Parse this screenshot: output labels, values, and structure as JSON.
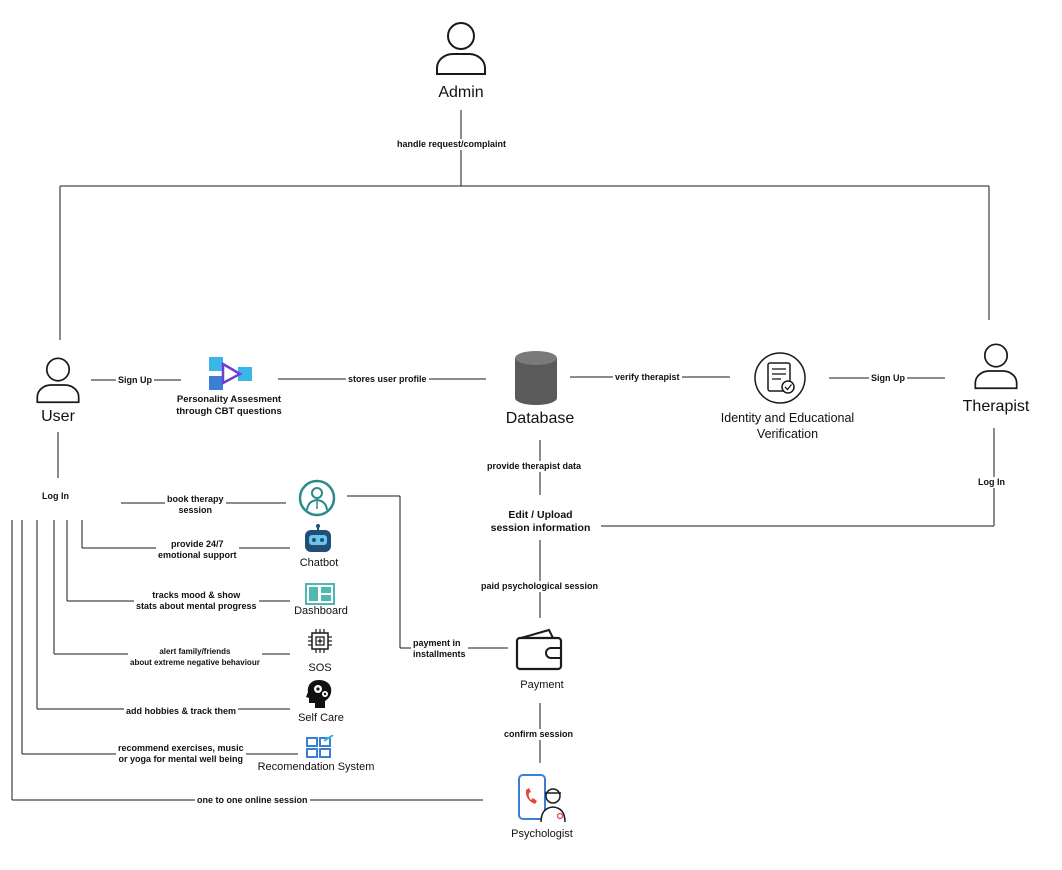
{
  "actors": {
    "admin": "Admin",
    "user": "User",
    "therapist": "Therapist"
  },
  "nodes": {
    "personality": "Personality Assesment\nthrough CBT questions",
    "database": "Database",
    "verification": "Identity and Educational\nVerification",
    "edit_upload": "Edit / Upload\nsession information",
    "payment": "Payment",
    "psychologist": "Psychologist",
    "chatbot": "Chatbot",
    "dashboard": "Dashboard",
    "sos": "SOS",
    "self_care": "Self Care",
    "recommendation": "Recomendation System"
  },
  "edges": {
    "handle_request": "handle request/complaint",
    "sign_up_user": "Sign Up",
    "stores_profile": "stores user profile",
    "verify_therapist": "verify therapist",
    "sign_up_therapist": "Sign Up",
    "log_in_user": "Log In",
    "log_in_therapist": "Log In",
    "provide_therapist_data": "provide therapist data",
    "paid_session": "paid psychological session",
    "confirm_session": "confirm session",
    "book_therapy": "book therapy\nsession",
    "emotional_support": "provide 24/7\nemotional support",
    "tracks_mood": "tracks mood & show\nstats about mental progress",
    "alert_family": "alert family/friends\nabout extreme negative behaviour",
    "add_hobbies": "add hobbies & track them",
    "recommend_exercises": "recommend exercises, music\nor yoga for mental well being",
    "payment_installments": "payment in\ninstallments",
    "one_to_one": "one to one online session"
  },
  "icons": {
    "admin": "person-outline-icon",
    "user": "person-outline-icon",
    "therapist": "person-outline-icon",
    "personality": "process-flow-icon",
    "database": "database-cylinder-icon",
    "verification": "checklist-certificate-icon",
    "book_therapy": "doctor-avatar-icon",
    "chatbot": "robot-icon",
    "dashboard": "dashboard-layout-icon",
    "sos": "chip-alert-icon",
    "self_care": "head-gears-icon",
    "recommendation": "grid-apps-icon",
    "payment": "wallet-icon",
    "psychologist": "phone-doctor-icon"
  },
  "colors": {
    "line": "#1a1a1a",
    "teal": "#2c8a8a",
    "blue": "#3b7fd4",
    "cyan": "#39b6e6",
    "purple": "#6a3fd6"
  }
}
